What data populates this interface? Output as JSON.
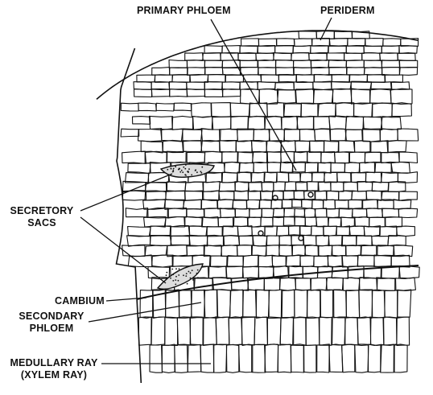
{
  "labels": {
    "primary_phloem": "PRIMARY PHLOEM",
    "periderm": "PERIDERM",
    "secretory_sacs_1": "SECRETORY",
    "secretory_sacs_2": "SACS",
    "cambium": "CAMBIUM",
    "secondary_phloem_1": "SECONDARY",
    "secondary_phloem_2": "PHLOEM",
    "medullary_ray_1": "MEDULLARY RAY",
    "medullary_ray_2": "(XYLEM RAY)"
  },
  "colors": {
    "ink": "#111111",
    "paper": "#ffffff"
  }
}
